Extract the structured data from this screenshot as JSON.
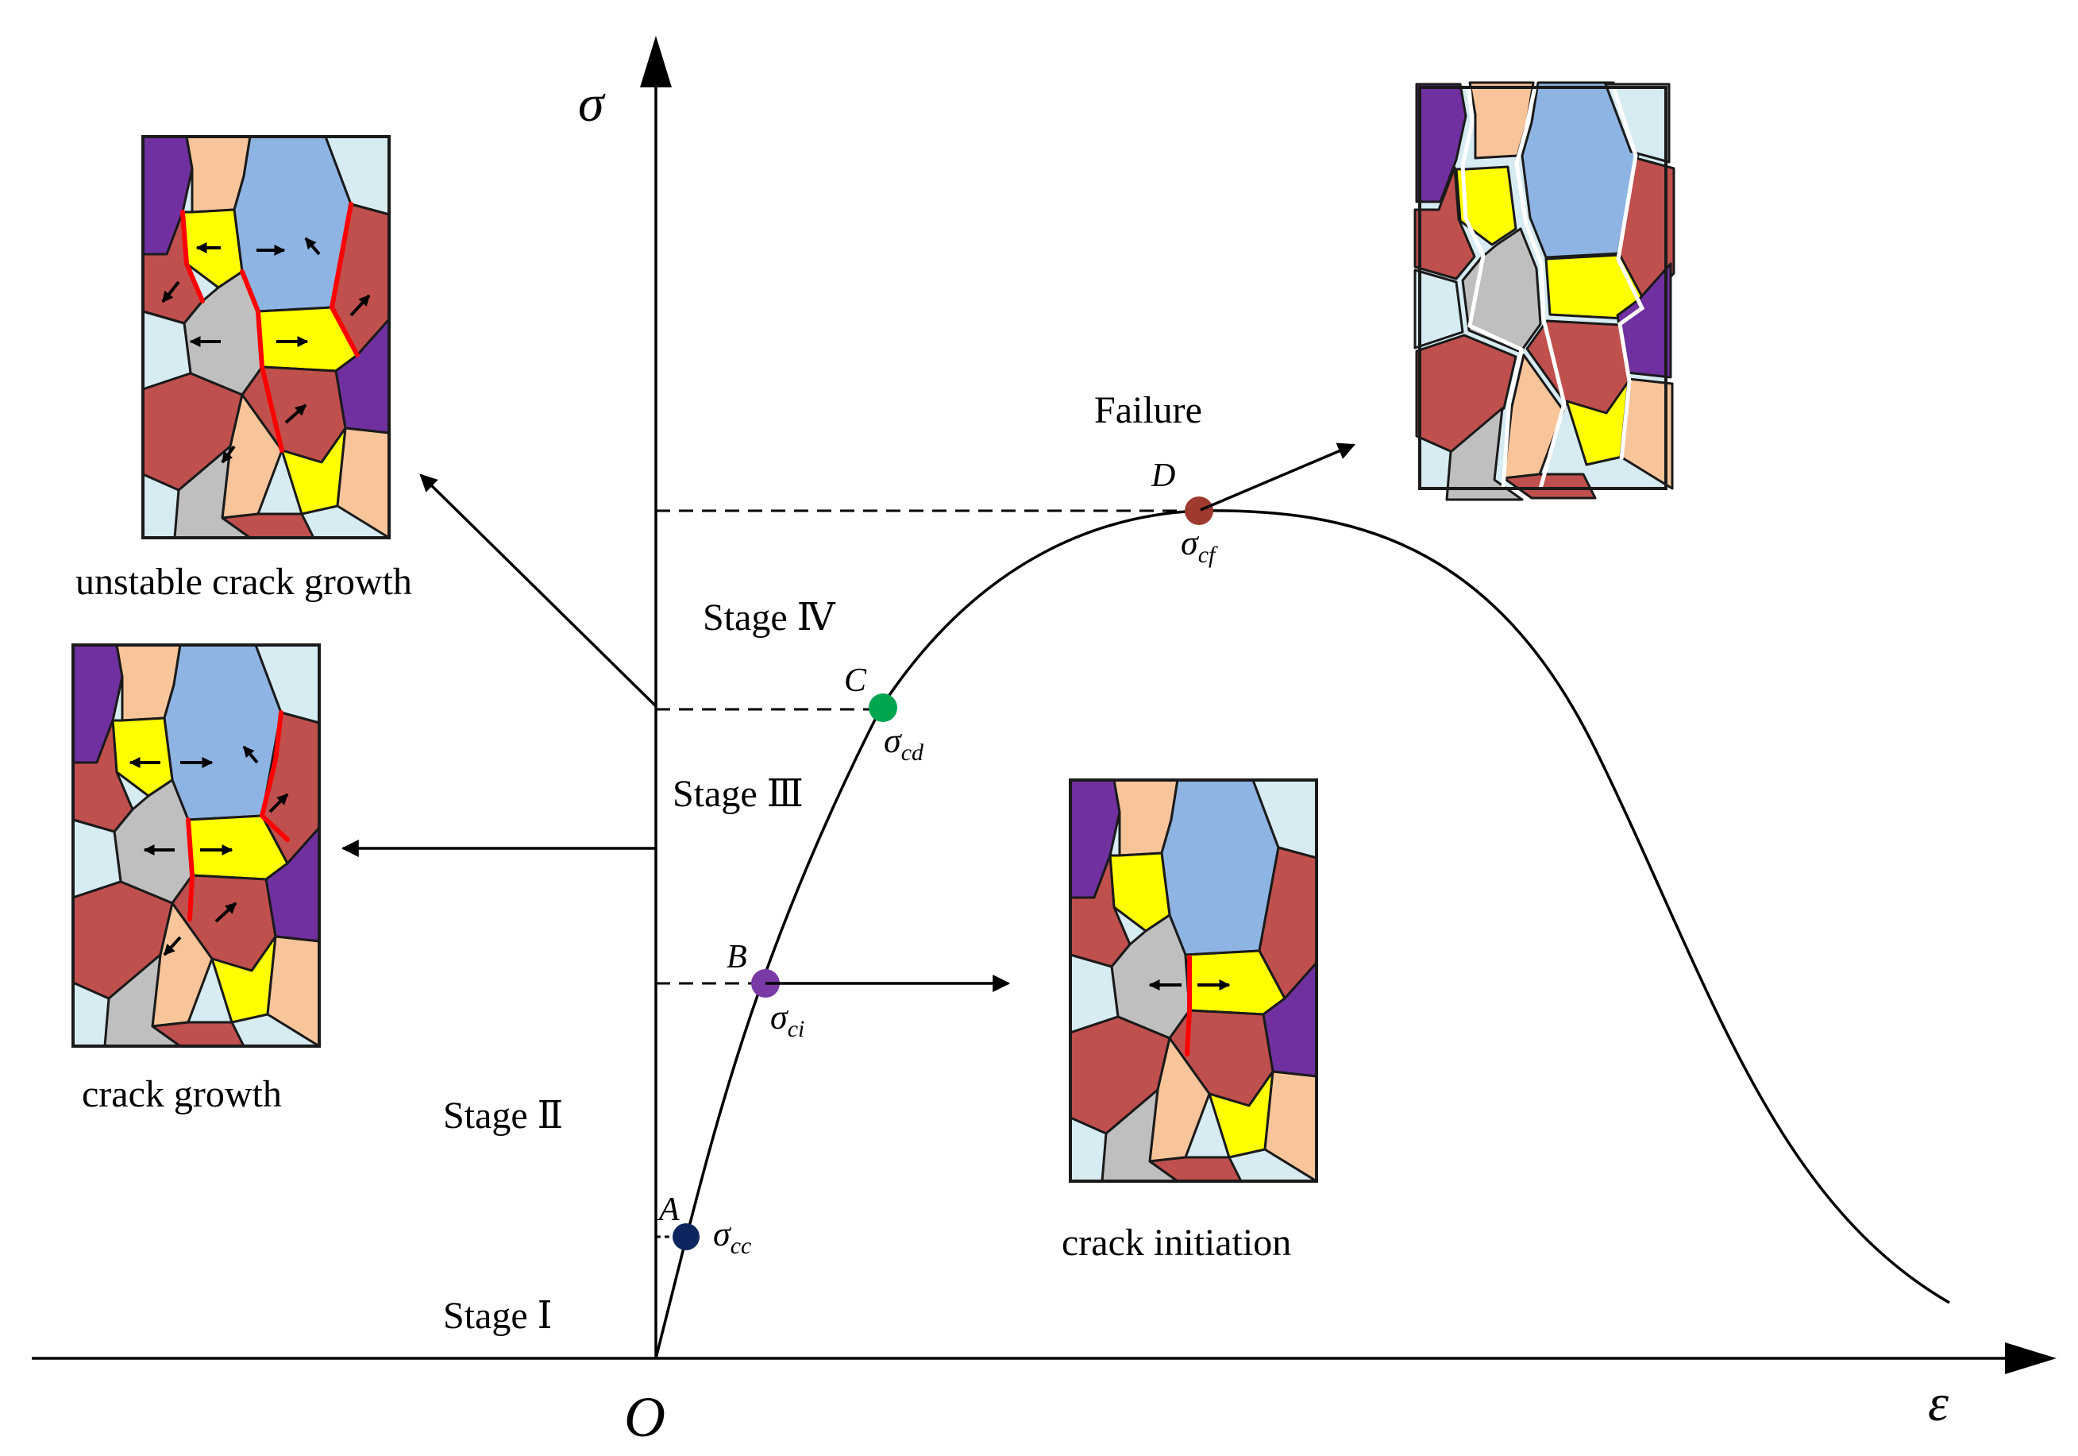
{
  "axes": {
    "y_symbol": "σ",
    "x_symbol": "ε",
    "origin": "O"
  },
  "stages": [
    {
      "id": "stage-1",
      "label": "Stage Ⅰ"
    },
    {
      "id": "stage-2",
      "label": "Stage Ⅱ"
    },
    {
      "id": "stage-3",
      "label": "Stage Ⅲ"
    },
    {
      "id": "stage-4",
      "label": "Stage Ⅳ"
    }
  ],
  "points": [
    {
      "id": "A",
      "letter": "A",
      "symbol": "σ",
      "sub": "cc",
      "color": "#0d2660"
    },
    {
      "id": "B",
      "letter": "B",
      "symbol": "σ",
      "sub": "ci",
      "color": "#7a3aa6"
    },
    {
      "id": "C",
      "letter": "C",
      "symbol": "σ",
      "sub": "cd",
      "color": "#00a550"
    },
    {
      "id": "D",
      "letter": "D",
      "symbol": "σ",
      "sub": "cf",
      "color": "#9e3a2e"
    }
  ],
  "captions": {
    "failure": "Failure",
    "unstable": "unstable crack growth",
    "growth": "crack growth",
    "initiation": "crack initiation"
  },
  "grain_colors": {
    "purple": "#7030a0",
    "peach": "#f8c59a",
    "blue": "#8eb4e3",
    "lightblue": "#d7ebf2",
    "yellow": "#ffff00",
    "brick": "#c0504d",
    "gray": "#bfbfbf",
    "crack": "#ff0000"
  }
}
